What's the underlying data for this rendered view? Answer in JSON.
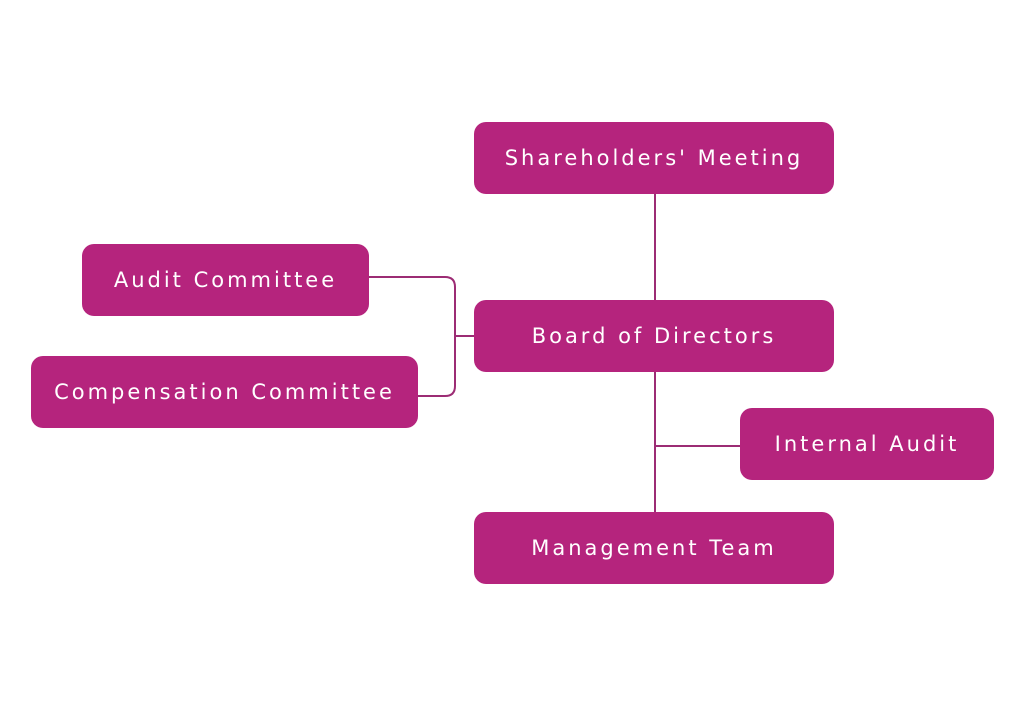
{
  "colors": {
    "node_fill": "#b5247d",
    "connector": "#9c2c74",
    "node_text": "#ffffff"
  },
  "nodes": {
    "shareholders": "Shareholders' Meeting",
    "board": "Board of Directors",
    "audit_committee": "Audit Committee",
    "compensation_committee": "Compensation Committee",
    "internal_audit": "Internal Audit",
    "management": "Management Team"
  }
}
